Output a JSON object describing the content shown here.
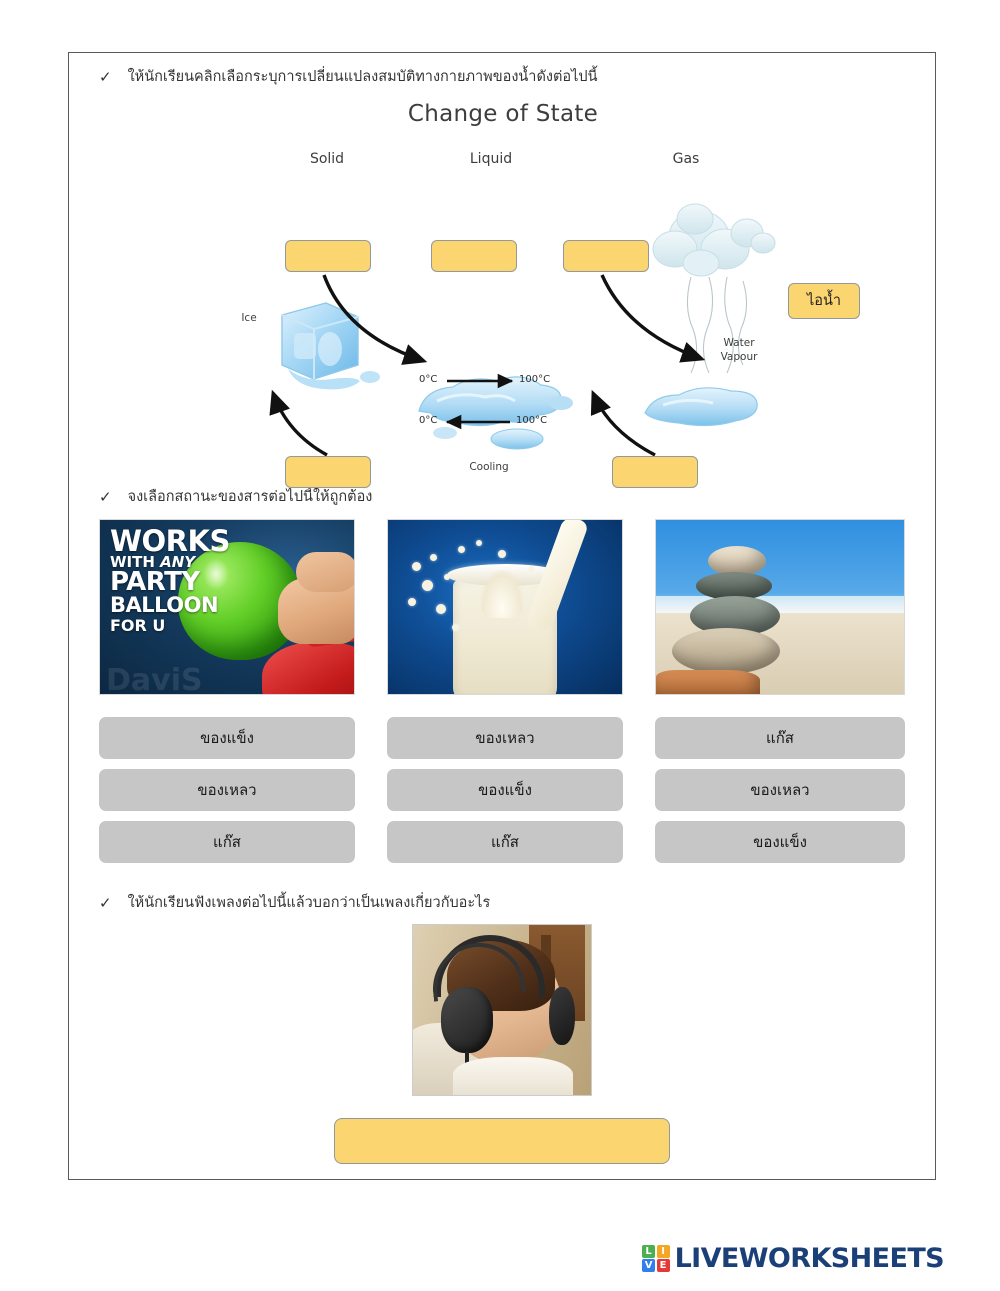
{
  "worksheet": {
    "sections": [
      {
        "id": "section-1",
        "check": "✓",
        "instruction": "ให้นักเรียนคลิกเลือกระบุการเปลี่ยนแปลงสมบัติทางกายภาพของน้ำดังต่อไปนี้"
      },
      {
        "id": "section-2",
        "check": "✓",
        "instruction": "จงเลือกสถานะของสารต่อไปนี้ให้ถูกต้อง"
      },
      {
        "id": "section-3",
        "check": "✓",
        "instruction": "ให้นักเรียนฟังเพลงต่อไปนี้แล้วบอกว่าเป็นเพลงเกี่ยวกับอะไร"
      }
    ]
  },
  "diagram": {
    "title": "Change of State",
    "state_labels": {
      "solid": "Solid",
      "liquid": "Liquid",
      "gas": "Gas"
    },
    "picture_labels": {
      "ice": "Ice",
      "water_vapour": "Water\nVapour",
      "cooling": "Cooling"
    },
    "temperatures": {
      "heating_from": "0°C",
      "heating_to": "100°C",
      "cooling_from": "100°C",
      "cooling_to": "0°C"
    },
    "answer_boxes": [
      {
        "id": "box-top-1",
        "value": ""
      },
      {
        "id": "box-top-2",
        "value": ""
      },
      {
        "id": "box-top-3",
        "value": ""
      },
      {
        "id": "box-bottom-1",
        "value": ""
      },
      {
        "id": "box-bottom-2",
        "value": ""
      }
    ],
    "word_bank": {
      "label": "ไอน้ำ"
    },
    "colors": {
      "answer_box_fill": "#fad570",
      "answer_box_border": "#93989a",
      "arrow": "#111111"
    }
  },
  "matching": {
    "items": [
      {
        "id": "balloon",
        "image_name": "green-balloon-helium-tank-photo",
        "ad_text": {
          "line1": "WORKS",
          "line2_a": "WITH ",
          "line2_b": "ANY",
          "line3": "PARTY",
          "line4": "BALLOON",
          "line5": "FOR U",
          "watermark": "DaviS"
        },
        "choices": [
          "ของแข็ง",
          "ของเหลว",
          "แก๊ส"
        ]
      },
      {
        "id": "milk",
        "image_name": "milk-splash-glass-photo",
        "choices": [
          "ของเหลว",
          "ของแข็ง",
          "แก๊ส"
        ]
      },
      {
        "id": "stones",
        "image_name": "stacked-beach-stones-photo",
        "choices": [
          "แก๊ส",
          "ของเหลว",
          "ของแข็ง"
        ]
      }
    ],
    "colors": {
      "choice_fill": "#c6c6c6",
      "choice_text": "#1a1a1a"
    }
  },
  "listening": {
    "image_name": "child-with-headphones-photo",
    "answer_field": {
      "value": "",
      "placeholder": ""
    }
  },
  "footer": {
    "logo": {
      "tiles": [
        {
          "letter": "L",
          "color": "#4caf50"
        },
        {
          "letter": "I",
          "color": "#f5a623"
        },
        {
          "letter": "V",
          "color": "#2f80ed"
        },
        {
          "letter": "E",
          "color": "#e53935"
        }
      ],
      "text": "LIVEWORKSHEETS",
      "text_color": "#1b3f77"
    }
  }
}
